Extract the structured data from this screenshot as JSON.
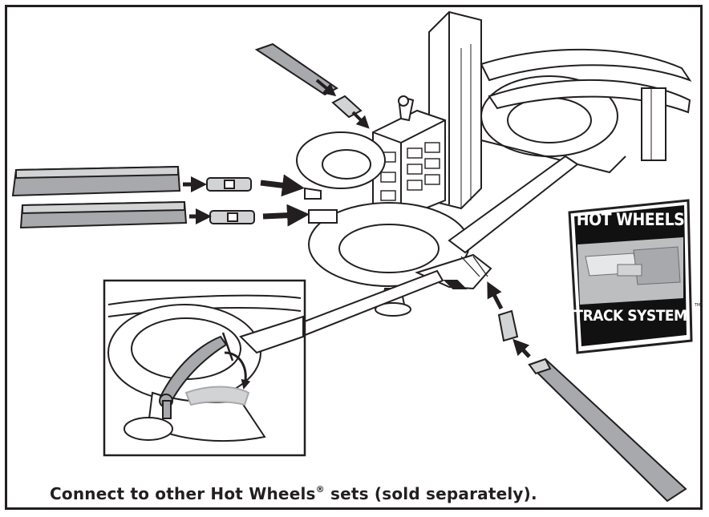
{
  "caption": {
    "text": "Connect to other Hot Wheels",
    "registered": "®",
    "suffix": " sets (sold separately)."
  },
  "badge": {
    "line1": "HOT WHEELS",
    "line2": "TRACK SYSTEM",
    "trademark": "TM"
  },
  "colors": {
    "ink": "#231f20",
    "track_gray": "#a7a9ac",
    "light_gray": "#d1d3d4",
    "badge_black": "#111111"
  }
}
